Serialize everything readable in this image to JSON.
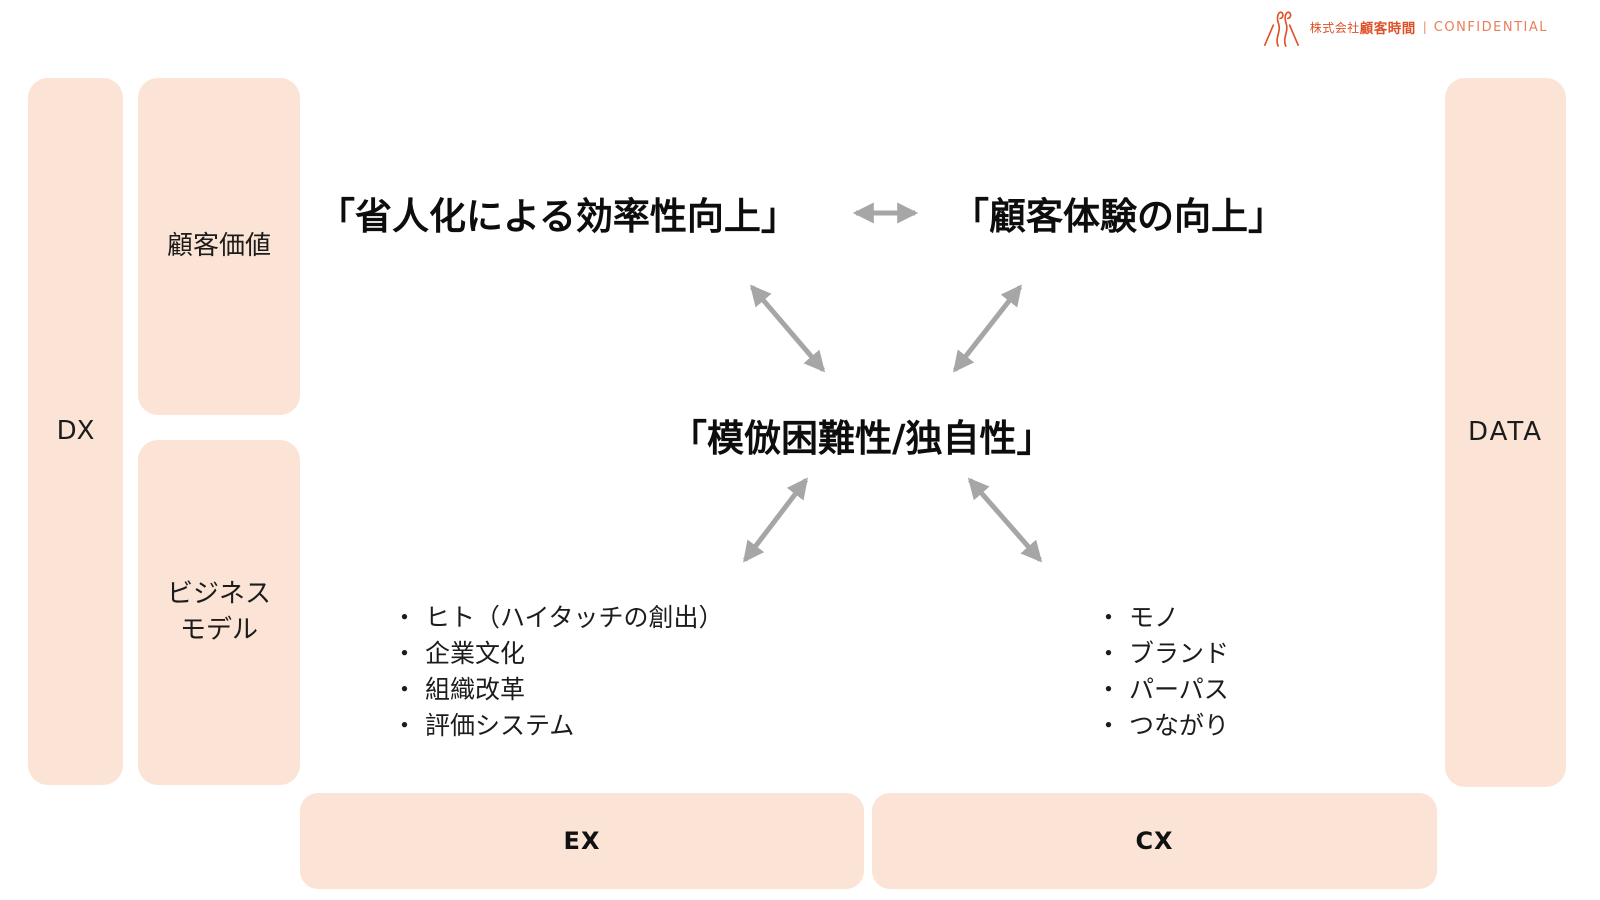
{
  "header": {
    "company_prefix": "株式会社",
    "company_name": "顧客時間",
    "divider": "|",
    "confidential": "CONFIDENTIAL"
  },
  "frame": {
    "dx_label": "DX",
    "data_label": "DATA",
    "customer_value_label": "顧客価値",
    "business_model_lines": [
      "ビジネス",
      "モデル"
    ],
    "ex_label": "EX",
    "cx_label": "CX"
  },
  "diagram": {
    "top_left_heading": "「省人化による効率性向上」",
    "top_right_heading": "「顧客体験の向上」",
    "center_heading": "「模倣困難性/独自性」",
    "bullet": "・",
    "left_list": [
      "ヒト（ハイタッチの創出）",
      "企業文化",
      "組織改革",
      "評価システム"
    ],
    "right_list": [
      "モノ",
      "ブランド",
      "パーパス",
      "つながり"
    ]
  },
  "colors": {
    "panel_peach": "#fbe4d5",
    "arrow_gray": "#a6a6a6",
    "brand_orange": "#de5127",
    "confidential_orange": "#e87e5a",
    "text_black": "#1a1a1a"
  }
}
